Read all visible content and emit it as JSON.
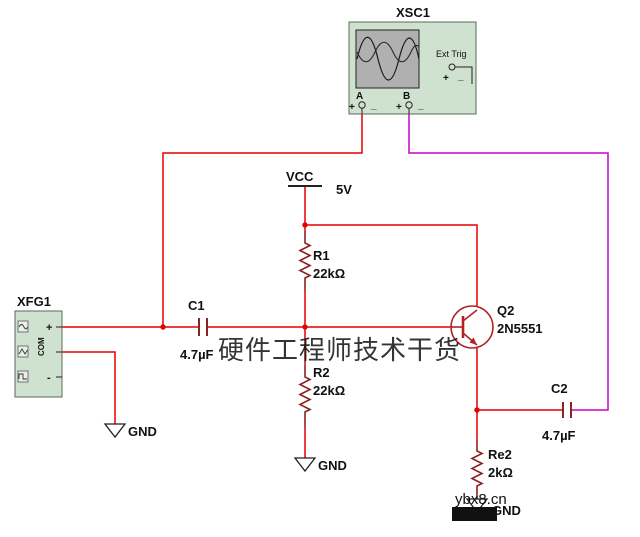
{
  "colors": {
    "wire": "#e60000",
    "probe_wire": "#cc00cc",
    "component": "#8b2323",
    "transistor": "#b22222",
    "instrument_fill": "#cfe2cf",
    "instrument_border": "#5a6a5a",
    "screen_fill": "#b0b0b0",
    "label_blue": "#1a1acc",
    "watermark_gray": "#999999",
    "site_gray": "#8a8a8a",
    "symbol_dark": "#222222"
  },
  "instruments": {
    "oscilloscope": {
      "label": "XSC1",
      "ext_trig": "Ext Trig",
      "channel_a": "A",
      "channel_b": "B",
      "plus": "+",
      "minus": "_"
    },
    "function_generator": {
      "label": "XFG1",
      "plus": "+",
      "com": "COM",
      "minus": "-"
    }
  },
  "power": {
    "net": "VCC",
    "value": "5V"
  },
  "components": {
    "r1": {
      "ref": "R1",
      "value": "22kΩ"
    },
    "r2": {
      "ref": "R2",
      "value": "22kΩ"
    },
    "re2": {
      "ref": "Re2",
      "value": "2kΩ"
    },
    "c1": {
      "ref": "C1",
      "value": "4.7µF"
    },
    "c2": {
      "ref": "C2",
      "value": "4.7µF"
    },
    "q2": {
      "ref": "Q2",
      "value": "2N5551"
    }
  },
  "grounds": {
    "g1": "GND",
    "g2": "GND",
    "g3": "GND"
  },
  "watermarks": {
    "chinese": "硬件工程师技术干货",
    "site": "ybx8.cn"
  }
}
